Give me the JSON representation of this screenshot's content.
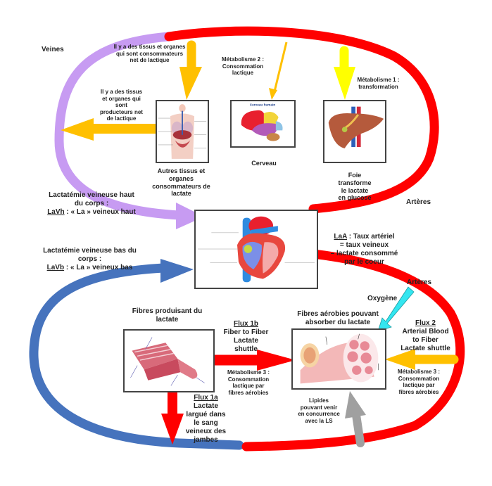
{
  "diagram": {
    "colors": {
      "vein_upper": "#c79bf2",
      "vein_lower": "#4673bd",
      "artery": "#ff0000",
      "lactate_flow": "#ffc000",
      "liver_flow": "#ffff00",
      "oxygen": "#33e6f0",
      "lipids": "#a0a0a0",
      "lactate_release": "#ff0000"
    },
    "labels": {
      "veines": "Veines",
      "arteres_top": "Artères",
      "arteres_bottom": "Artères",
      "oxygene": "Oxygène",
      "consumers_top": [
        "Il y a des tissus et organes",
        "qui sont consommateurs",
        "net de lactique"
      ],
      "producers": [
        "Il y a des tissus",
        "et organes qui",
        "sont",
        "producteurs net",
        "de lactique"
      ],
      "metab2": [
        "Métabolisme 2 :",
        "Consommation",
        "lactique"
      ],
      "metab1": [
        "Métabolisme 1 :",
        "transformation"
      ],
      "other_tissues": [
        "Autres tissus et",
        "organes",
        "consommateurs de",
        "lactate"
      ],
      "brain": "Cerveau",
      "brain_image_title": "Cerveau humain",
      "liver": [
        "Foie",
        "transforme",
        "le lactate",
        "en glucose"
      ],
      "lavh_title": [
        "Lactatémie veineuse haut",
        "du corps :"
      ],
      "lavh_abbr": "LaVh",
      "lavh_rest": " : « La » veineux haut",
      "lavb_title": [
        "Lactatémie veineuse bas du",
        "corps :"
      ],
      "lavb_abbr": "LaVb",
      "lavb_rest": " : « La » veineux bas",
      "laa_abbr": "LaA",
      "laa_rest": " : Taux artériel",
      "laa_lines": [
        "= taux veineux",
        "– lactate consommé",
        "par le coeur"
      ],
      "fibres_prod": [
        "Fibres produisant du",
        "lactate"
      ],
      "fibres_aero": [
        "Fibres aérobies pouvant",
        "absorber du lactate"
      ],
      "flux1b_title": "Flux 1b",
      "flux1b_lines": [
        "Fiber to Fiber",
        "Lactate",
        "shuttle"
      ],
      "metab3_left": [
        "Métabolisme 3 :",
        "Consommation",
        "lactique par",
        "fibres aérobies"
      ],
      "flux2_title": "Flux 2",
      "flux2_lines": [
        "Arterial Blood",
        "to Fiber",
        "Lactate shuttle"
      ],
      "metab3_right": [
        "Métabolisme 3 :",
        "Consommation",
        "lactique par",
        "fibres aérobies"
      ],
      "flux1a_title": "Flux 1a",
      "flux1a_lines": [
        "Lactate",
        "largué dans",
        "le sang",
        "veineux des",
        "jambes"
      ],
      "lipides": [
        "Lipides",
        "pouvant venir",
        "en concurrence",
        "avec la LS"
      ]
    }
  }
}
